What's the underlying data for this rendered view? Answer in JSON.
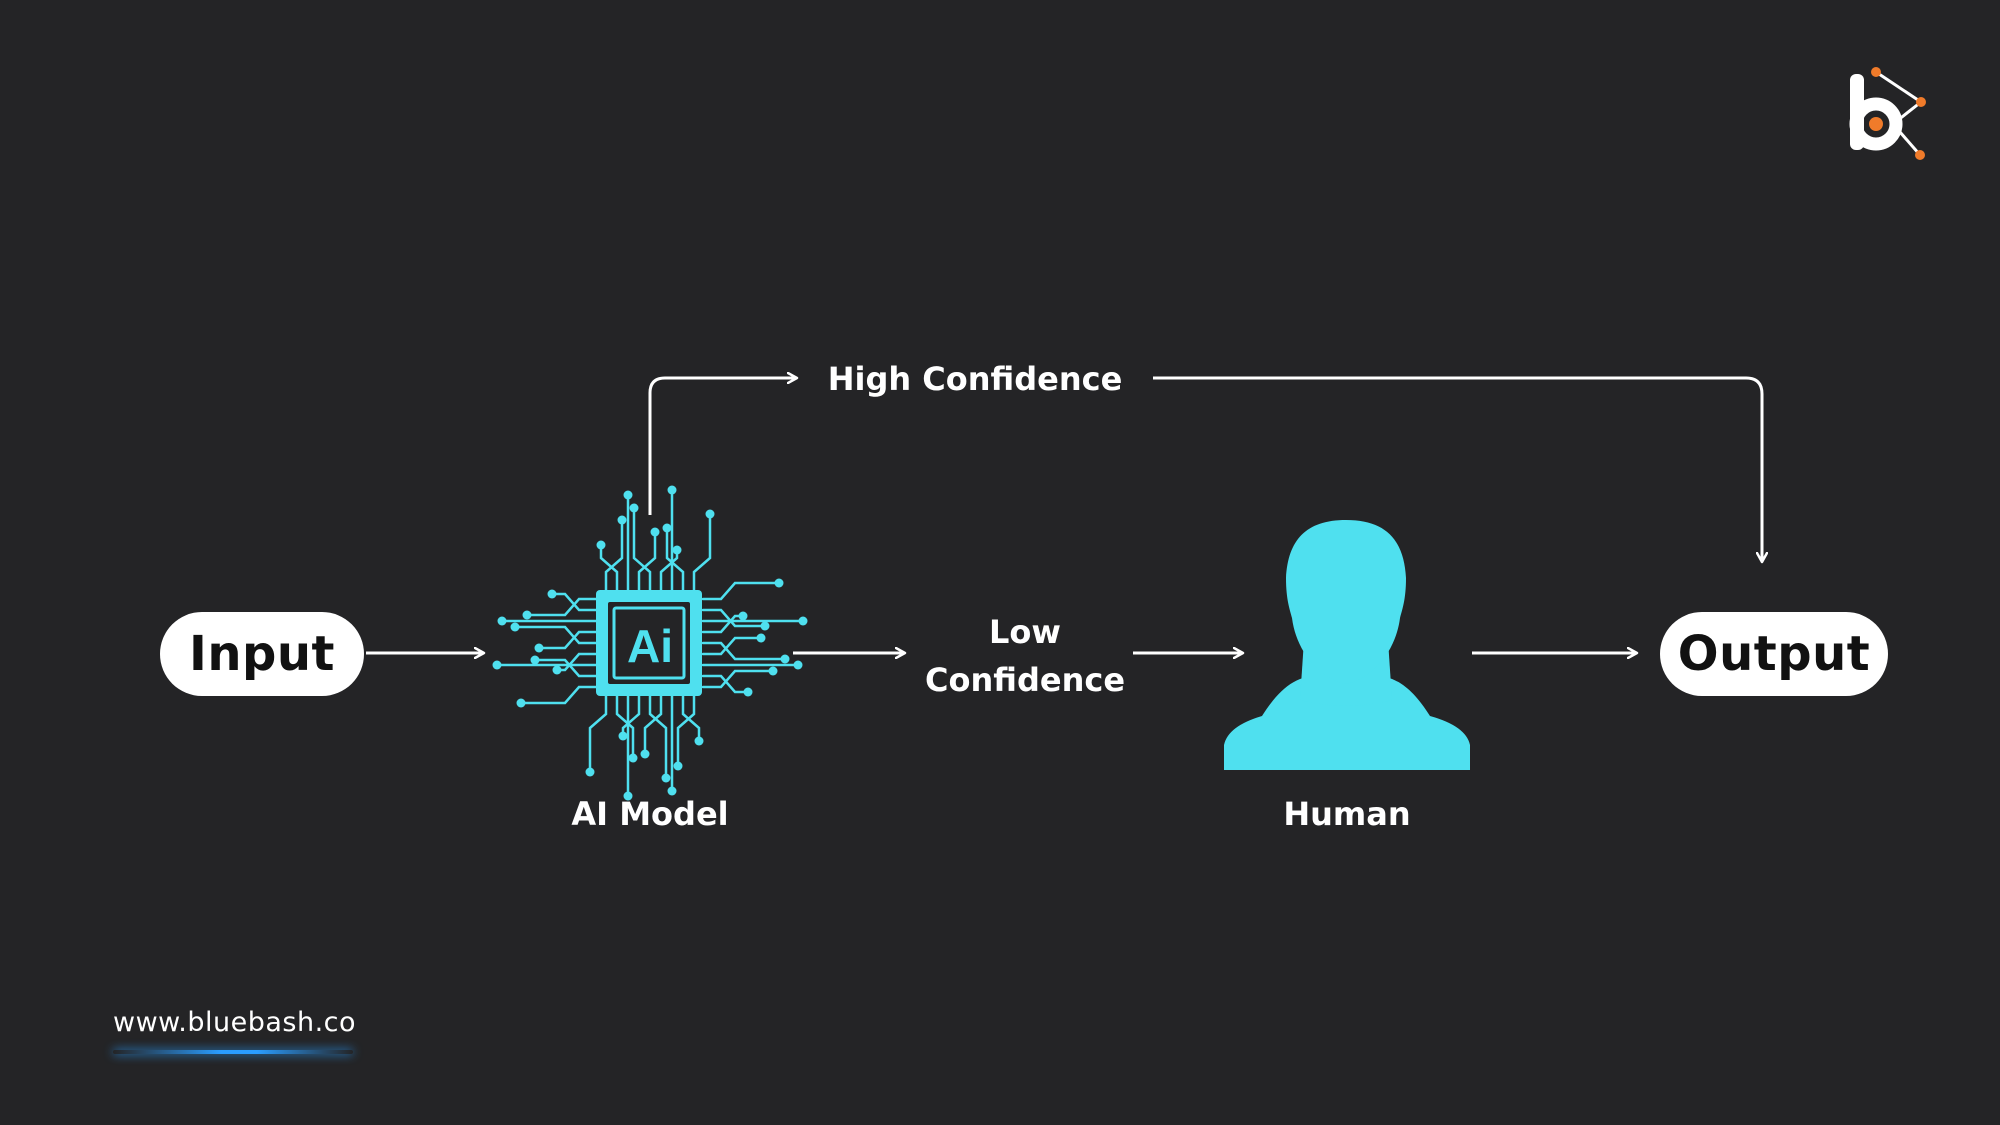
{
  "nodes": {
    "input": "Input",
    "ai_model": "AI Model",
    "chip_text": "Ai",
    "human": "Human",
    "output": "Output"
  },
  "edges": {
    "high_confidence": "High Confidence",
    "low_confidence_line1": "Low",
    "low_confidence_line2": "Confidence"
  },
  "footer": {
    "url": "www.bluebash.co"
  },
  "colors": {
    "background": "#242426",
    "accent": "#4fe0ef",
    "logo_orange": "#f07b2a",
    "line": "#ffffff"
  },
  "icons": {
    "ai": "ai-chip-icon",
    "human": "human-silhouette-icon",
    "logo": "bluebash-logo"
  }
}
